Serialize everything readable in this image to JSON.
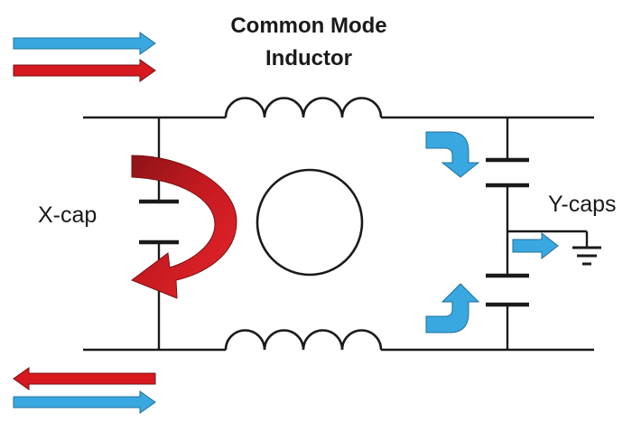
{
  "title": {
    "line1": "Common Mode",
    "line2": "Inductor"
  },
  "labels": {
    "x_cap": "X-cap",
    "y_caps": "Y-caps"
  },
  "colors": {
    "line": "#1a1a1a",
    "blue_arrow": "#3aa8e0",
    "red_arrow": "#d7191f",
    "red_arrow_dark": "#8e1318",
    "background": "#ffffff"
  },
  "icons": {
    "ground": "ground-symbol-icon",
    "core": "inductor-core-circle",
    "x_cap": "capacitor-symbol",
    "y_caps": "capacitor-symbol"
  }
}
